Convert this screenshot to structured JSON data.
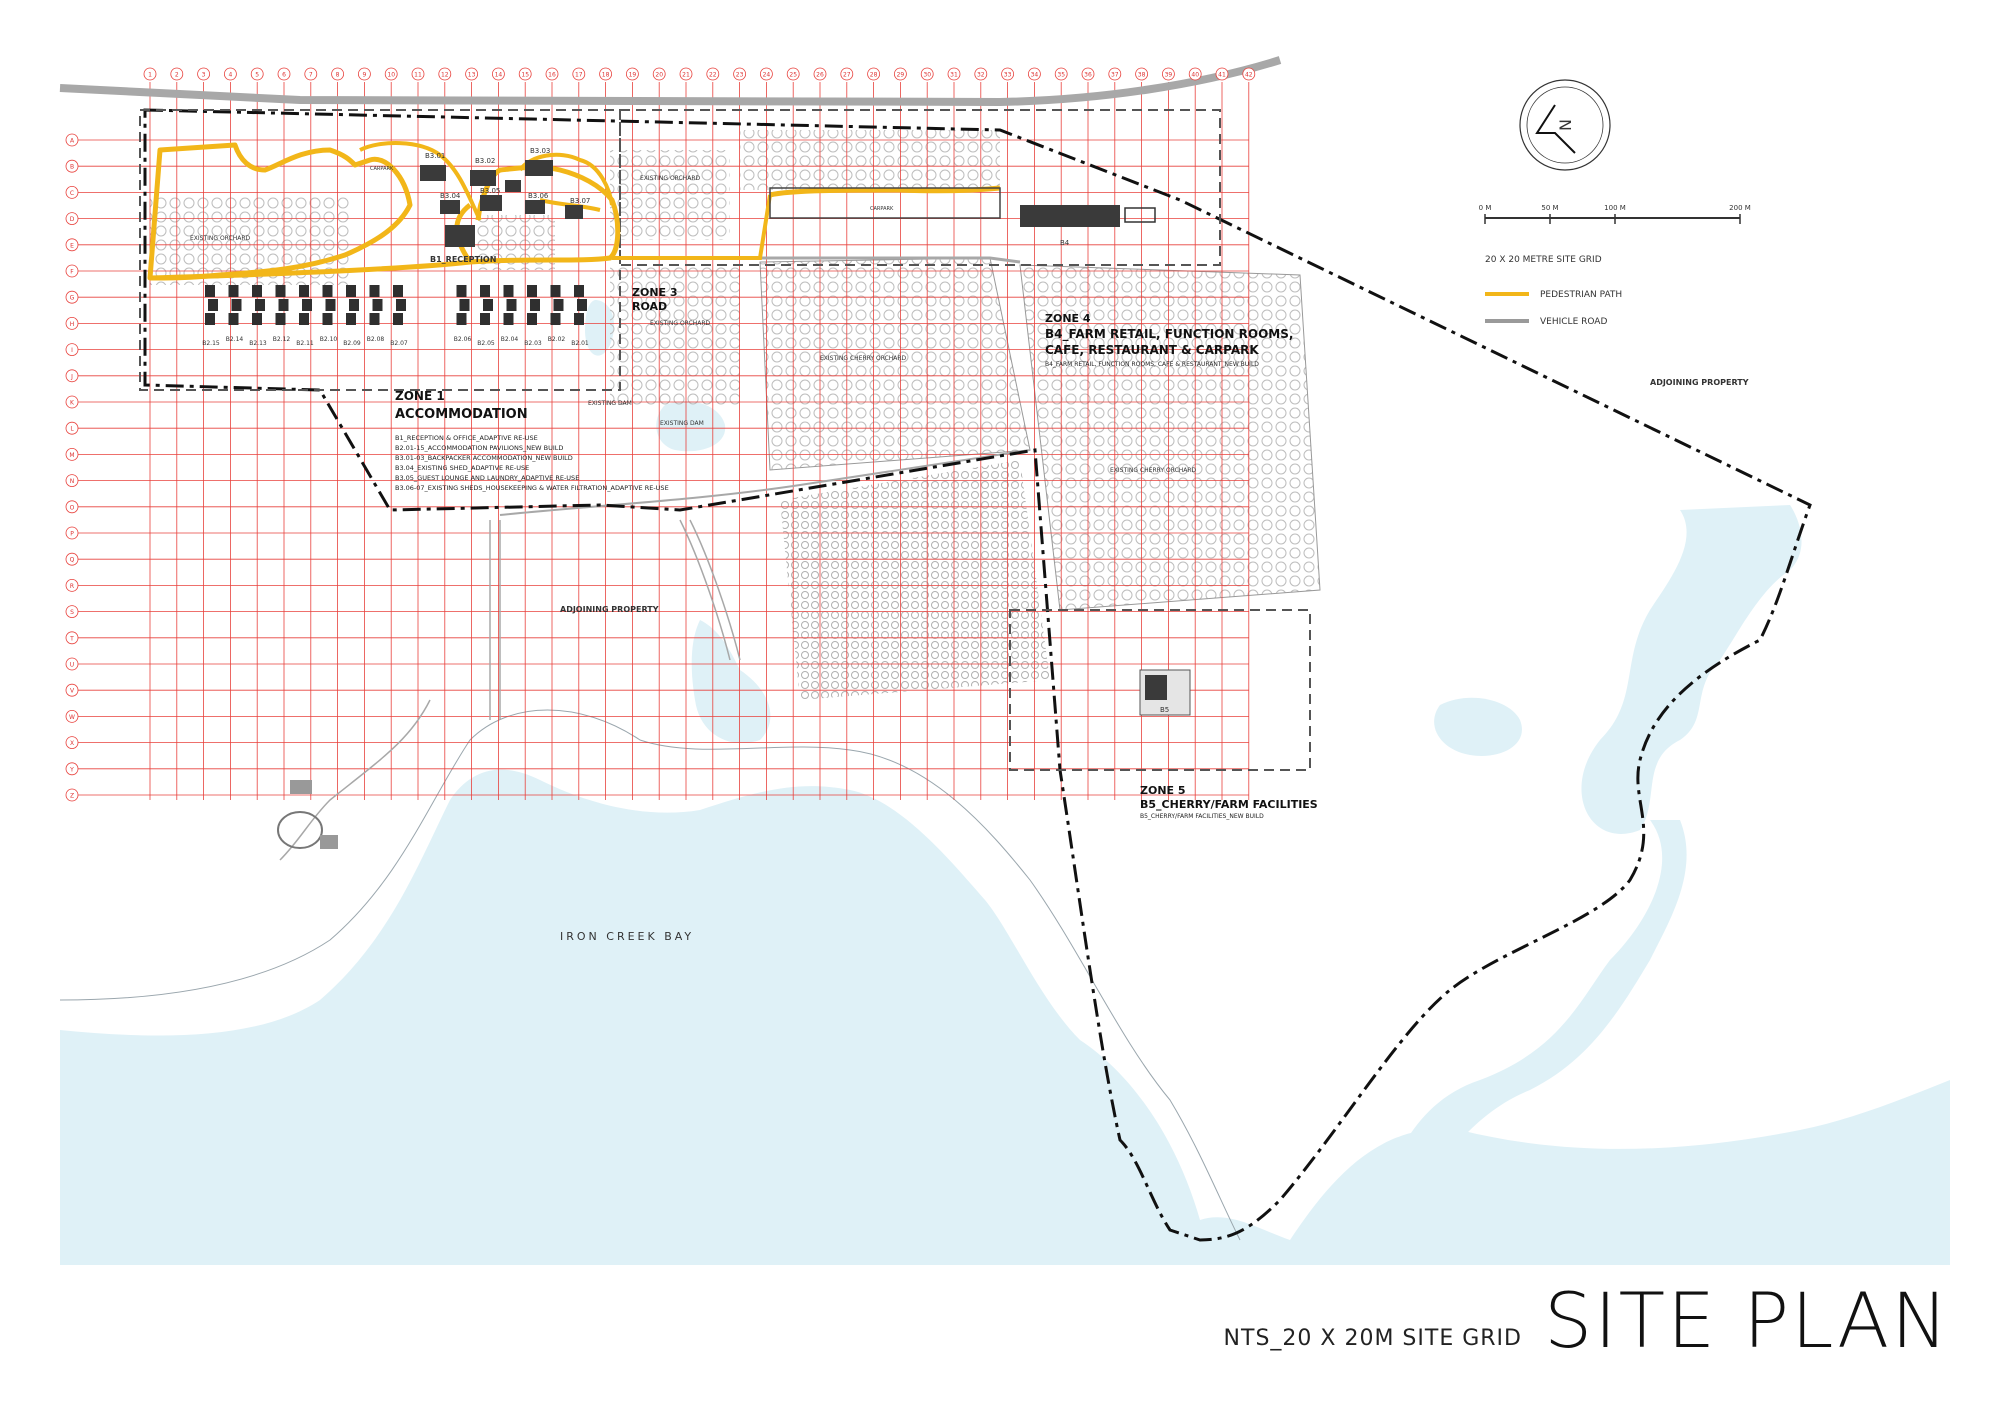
{
  "title": "SITE PLAN",
  "subtitle": "NTS_20 X 20M SITE GRID",
  "legend": {
    "grid": "20 X 20 METRE SITE GRID",
    "pedestrian": "PEDESTRIAN PATH",
    "vehicle": "VEHICLE ROAD",
    "pedestrian_color": "#f2b619",
    "vehicle_color": "#9a9a9a"
  },
  "scale": {
    "labels": [
      "0 M",
      "50 M",
      "100 M",
      "200 M"
    ]
  },
  "north_label": "N",
  "grid": {
    "color": "#e8413c",
    "columns": [
      "1",
      "2",
      "3",
      "4",
      "5",
      "6",
      "7",
      "8",
      "9",
      "10",
      "11",
      "12",
      "13",
      "14",
      "15",
      "16",
      "17",
      "18",
      "19",
      "20",
      "21",
      "22",
      "23",
      "24",
      "25",
      "26",
      "27",
      "28",
      "29",
      "30",
      "31",
      "32",
      "33",
      "34",
      "35",
      "36",
      "37",
      "38",
      "39",
      "40",
      "41",
      "42"
    ],
    "rows": [
      "A",
      "B",
      "C",
      "D",
      "E",
      "F",
      "G",
      "H",
      "I",
      "J",
      "K",
      "L",
      "M",
      "N",
      "O",
      "P",
      "Q",
      "R",
      "S",
      "T",
      "U",
      "V",
      "W",
      "X",
      "Y",
      "Z"
    ]
  },
  "zones": {
    "zone1": {
      "title1": "ZONE 1",
      "title2": "ACCOMMODATION",
      "notes": [
        "B1_RECEPTION & OFFICE_ADAPTIVE RE-USE",
        "B2.01-15_ACCOMMODATION PAVILIONS_NEW BUILD",
        "B3.01-03_BACKPACKER ACCOMMODATION_NEW BUILD",
        "B3.04_EXISTING SHED_ADAPTIVE RE-USE",
        "B3.05_GUEST LOUNGE AND LAUNDRY_ADAPTIVE RE-USE",
        "B3.06-07_EXISTING SHEDS_HOUSEKEEPING & WATER FILTRATION_ADAPTIVE RE-USE"
      ]
    },
    "zone3": {
      "title1": "ZONE 3",
      "title2": "ROAD"
    },
    "zone4": {
      "title1": "ZONE 4",
      "title2": "B4_FARM RETAIL, FUNCTION ROOMS,",
      "title3": "CAFE, RESTAURANT & CARPARK",
      "note": "B4_FARM RETAIL, FUNCTION ROOMS, CAFE & RESTAURANT_NEW BUILD"
    },
    "zone5": {
      "title1": "ZONE 5",
      "title2": "B5_CHERRY/FARM FACILITIES",
      "note": "B5_CHERRY/FARM FACILITIES_NEW BUILD"
    }
  },
  "labels": {
    "reception": "B1_RECEPTION",
    "existing_orchard": "EXISTING ORCHARD",
    "existing_orchard_2": "EXISTING ORCHARD",
    "existing_orchard_3": "EXISTING ORCHARD",
    "existing_cherry_orchard": "EXISTING CHERRY ORCHARD",
    "existing_cherry_orchard_2": "EXISTING CHERRY ORCHARD",
    "existing_dam": "EXISTING DAM",
    "existing_dam_2": "EXISTING DAM",
    "adjoining_1": "ADJOINING PROPERTY",
    "adjoining_2": "ADJOINING PROPERTY",
    "bay": "IRON CREEK BAY",
    "carpark_1": "CARPARK",
    "carpark_2": "CARPARK",
    "b4": "B4",
    "b5": "B5",
    "b301": "B3.01",
    "b302": "B3.02",
    "b303": "B3.03",
    "b304": "B3.04",
    "b305": "B3.05",
    "b306": "B3.06",
    "b307": "B3.07"
  },
  "pavilions": [
    "B2.15",
    "B2.14",
    "B2.13",
    "B2.12",
    "B2.11",
    "B2.10",
    "B2.09",
    "B2.08",
    "B2.07",
    "B2.06",
    "B2.05",
    "B2.04",
    "B2.03",
    "B2.02",
    "B2.01"
  ]
}
